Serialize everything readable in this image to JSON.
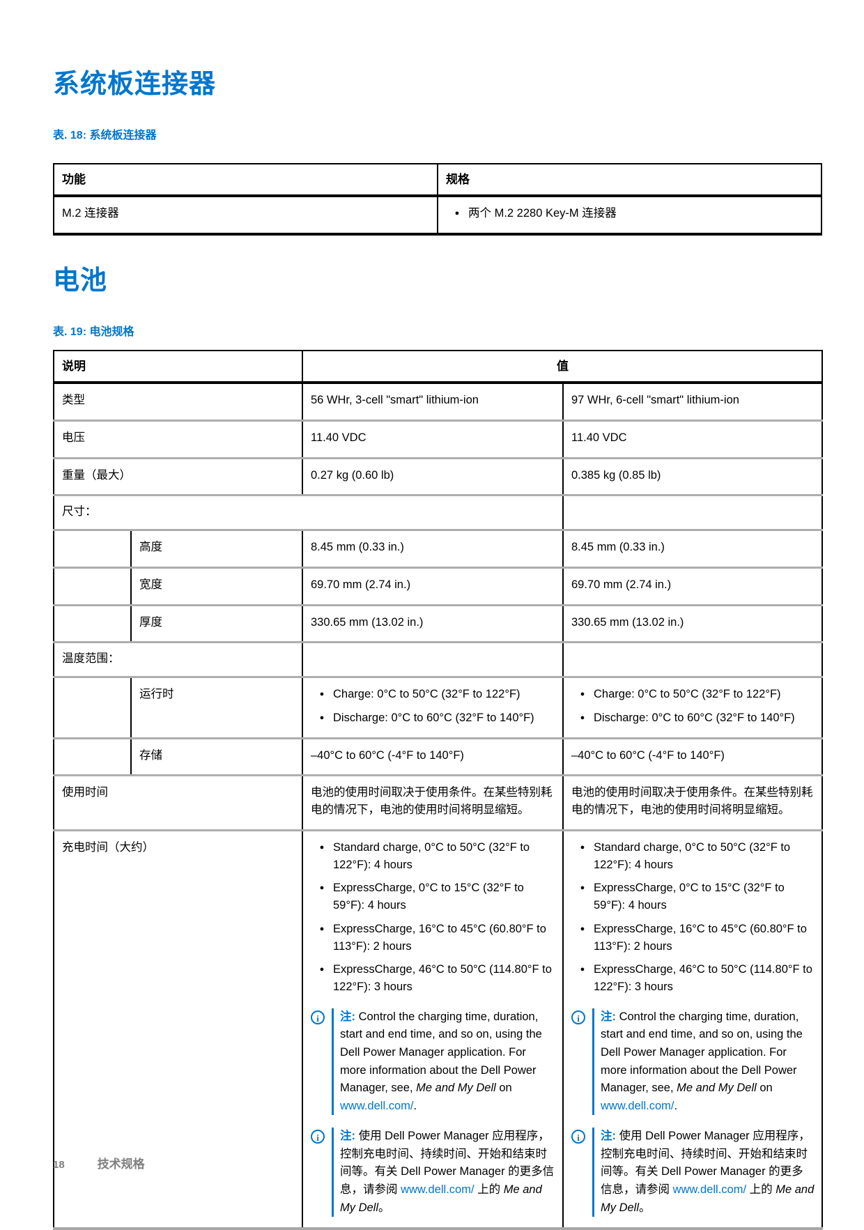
{
  "accent_color": "#0076CE",
  "headings": {
    "system_board": "系统板连接器",
    "battery": "电池"
  },
  "table18": {
    "caption": "表. 18: 系统板连接器",
    "headers": [
      "功能",
      "规格"
    ],
    "rows": [
      {
        "label": "M.2 连接器",
        "bullets": [
          "两个 M.2 2280 Key-M 连接器"
        ]
      }
    ]
  },
  "table19": {
    "caption": "表. 19: 电池规格",
    "headers": [
      "说明",
      "值"
    ],
    "rows": [
      {
        "label": "类型",
        "values": [
          "56 WHr, 3-cell \"smart\" lithium-ion",
          "97 WHr, 6-cell \"smart\" lithium-ion"
        ]
      },
      {
        "label": "电压",
        "values": [
          "11.40 VDC",
          "11.40 VDC"
        ]
      },
      {
        "label": "重量（最大）",
        "values": [
          "0.27 kg (0.60 lb)",
          "0.385 kg (0.85 lb)"
        ]
      },
      {
        "label": "尺寸："
      },
      {
        "sublabel": "高度",
        "values": [
          "8.45 mm (0.33 in.)",
          "8.45 mm (0.33 in.)"
        ]
      },
      {
        "sublabel": "宽度",
        "values": [
          "69.70 mm (2.74 in.)",
          "69.70 mm (2.74 in.)"
        ]
      },
      {
        "sublabel": "厚度",
        "values": [
          "330.65 mm (13.02 in.)",
          "330.65 mm (13.02 in.)"
        ]
      },
      {
        "label": "温度范围："
      },
      {
        "sublabel": "运行时",
        "bullets": [
          "Charge: 0°C to 50°C (32°F to 122°F)",
          "Discharge: 0°C to 60°C (32°F to 140°F)"
        ]
      },
      {
        "sublabel": "存储",
        "values": [
          "–40°C to 60°C (-4°F to 140°F)",
          "–40°C to 60°C (-4°F to 140°F)"
        ]
      },
      {
        "label": "使用时间",
        "values": [
          "电池的使用时间取决于使用条件。在某些特别耗电的情况下，电池的使用时间将明显缩短。",
          "电池的使用时间取决于使用条件。在某些特别耗电的情况下，电池的使用时间将明显缩短。"
        ]
      },
      {
        "label": "充电时间（大约）",
        "bullets": [
          "Standard charge, 0°C to 50°C (32°F to 122°F): 4 hours",
          "ExpressCharge, 0°C to 15°C (32°F to 59°F): 4 hours",
          "ExpressCharge, 16°C to 45°C (60.80°F to 113°F): 2 hours",
          "ExpressCharge, 46°C to 50°C (114.80°F to 122°F): 3 hours"
        ],
        "note_en": {
          "label": "注:",
          "text1": "Control the charging time, duration, start and end time, and so on, using the Dell Power Manager application. For more information about the Dell Power Manager, see, ",
          "italic": "Me and My Dell",
          "text2": " on ",
          "link": "www.dell.com/",
          "text3": "."
        },
        "note_zh": {
          "label": "注:",
          "text1": "使用 Dell Power Manager 应用程序，控制充电时间、持续时间、开始和结束时间等。有关 Dell Power Manager 的更多信息，请参阅 ",
          "link": "www.dell.com/",
          "text2": " 上的 ",
          "italic": "Me and My Dell",
          "text3": "。"
        }
      }
    ]
  },
  "footer": {
    "page_number": "18",
    "chapter": "技术规格"
  }
}
